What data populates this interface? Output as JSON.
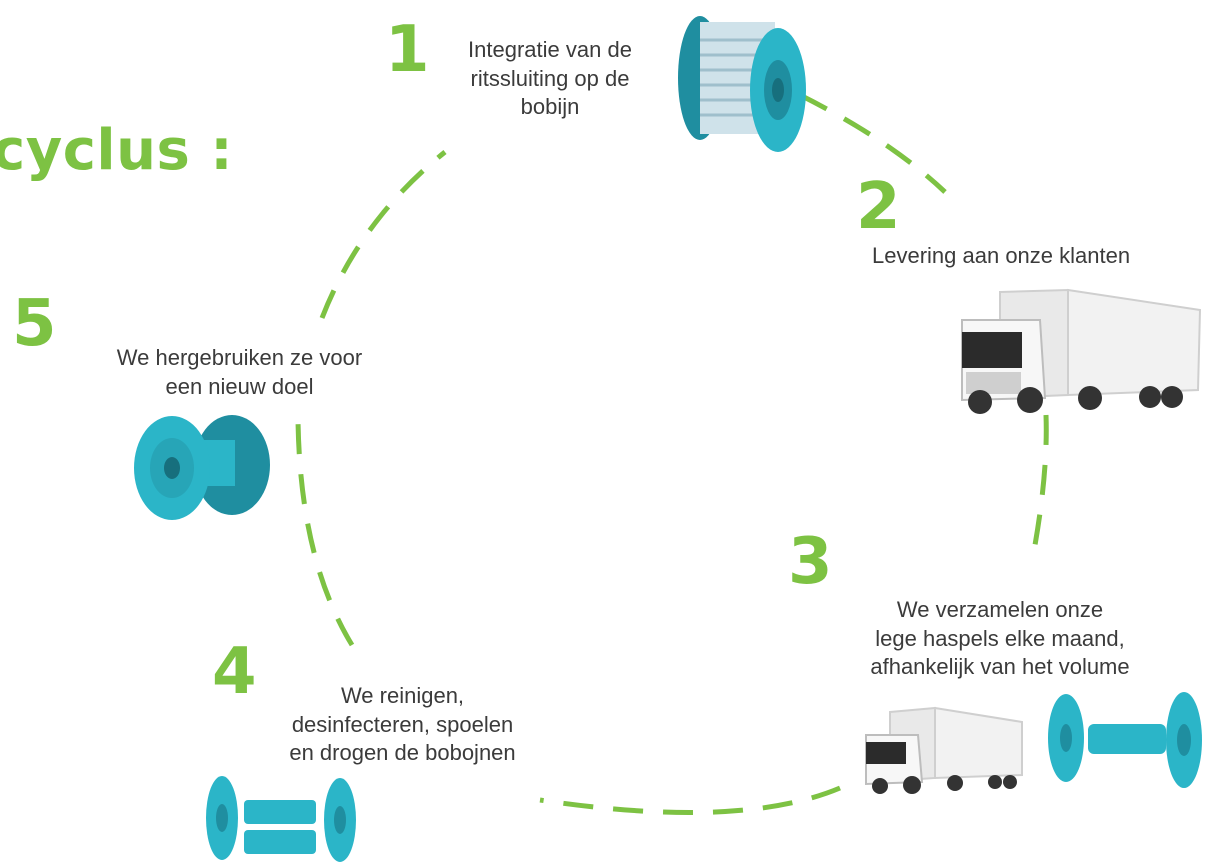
{
  "title": "cyclus :",
  "accent_color": "#7dc243",
  "reel_color": "#2bb5c8",
  "steps": [
    {
      "number": "1",
      "text": "Integratie van de\nritssluiting op de\nbobijn",
      "icon": "zipper-spool-icon"
    },
    {
      "number": "2",
      "text": "Levering aan onze klanten",
      "icon": "truck-icon"
    },
    {
      "number": "3",
      "text": "We verzamelen onze\nlege haspels elke maand,\nafhankelijk van het volume",
      "icon": "truck-and-reel-icon"
    },
    {
      "number": "4",
      "text": "We reinigen,\ndesinfecteren, spoelen\nen drogen de bobojnen",
      "icon": "disassembled-reel-icon"
    },
    {
      "number": "5",
      "text": "We hergebruiken ze voor\neen nieuw doel",
      "icon": "empty-reel-icon"
    }
  ]
}
